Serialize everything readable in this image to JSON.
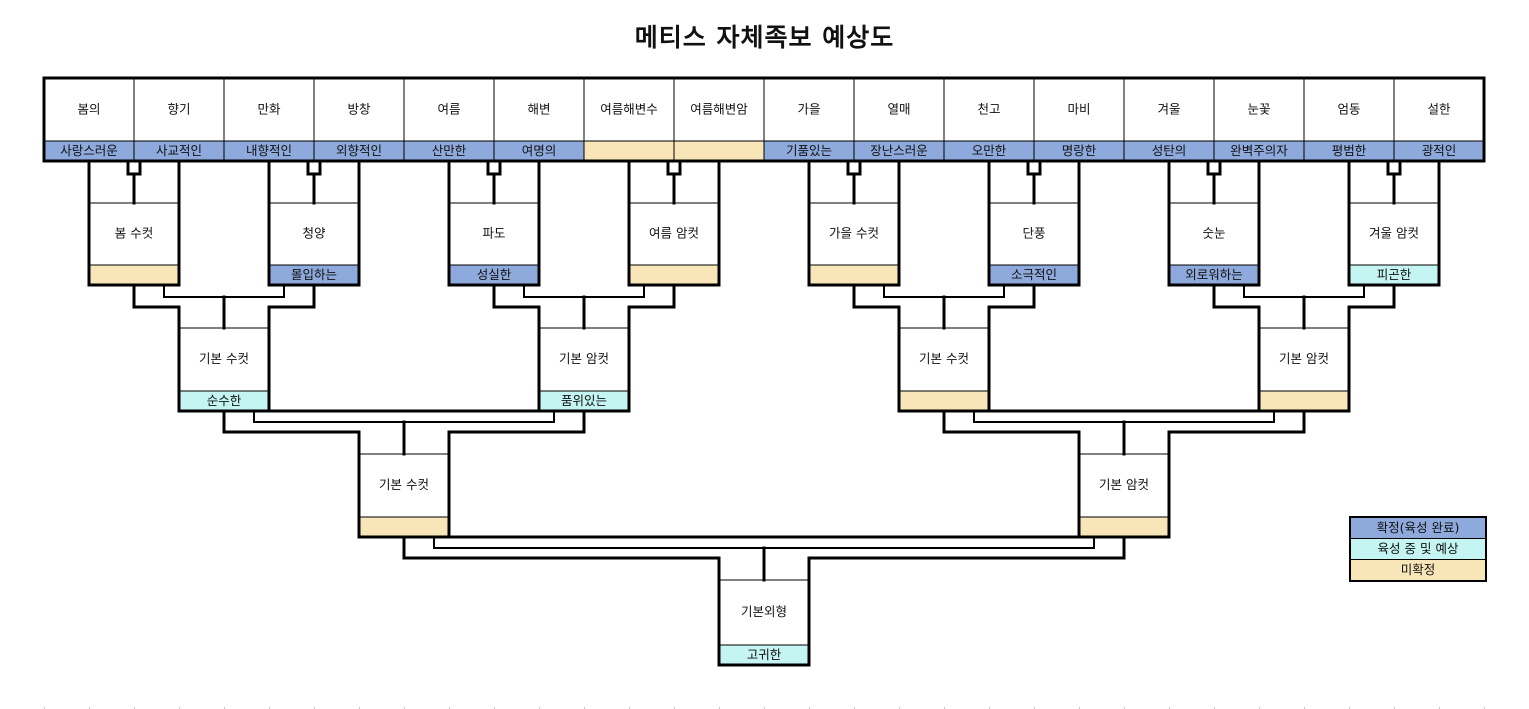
{
  "title": "메티스 자체족보 예상도",
  "colors": {
    "confirmed": "#8EA9DB",
    "in_progress": "#C5F5F2",
    "unconfirmed": "#F8E6B8",
    "line": "#000000"
  },
  "header": [
    {
      "name": "봄의",
      "trait": "사랑스러운",
      "status": "confirmed"
    },
    {
      "name": "향기",
      "trait": "사교적인",
      "status": "confirmed"
    },
    {
      "name": "만화",
      "trait": "내향적인",
      "status": "confirmed"
    },
    {
      "name": "방창",
      "trait": "외향적인",
      "status": "confirmed"
    },
    {
      "name": "여름",
      "trait": "산만한",
      "status": "confirmed"
    },
    {
      "name": "해변",
      "trait": "여명의",
      "status": "confirmed"
    },
    {
      "name": "여름해변수",
      "trait": "",
      "status": "unconfirmed"
    },
    {
      "name": "여름해변암",
      "trait": "",
      "status": "unconfirmed"
    },
    {
      "name": "가을",
      "trait": "기품있는",
      "status": "confirmed"
    },
    {
      "name": "열매",
      "trait": "장난스러운",
      "status": "confirmed"
    },
    {
      "name": "천고",
      "trait": "오만한",
      "status": "confirmed"
    },
    {
      "name": "마비",
      "trait": "명랑한",
      "status": "confirmed"
    },
    {
      "name": "겨울",
      "trait": "성탄의",
      "status": "confirmed"
    },
    {
      "name": "눈꽃",
      "trait": "완벽주의자",
      "status": "confirmed"
    },
    {
      "name": "엄동",
      "trait": "평범한",
      "status": "confirmed"
    },
    {
      "name": "설한",
      "trait": "광적인",
      "status": "confirmed"
    }
  ],
  "levels": [
    [
      {
        "name": "봄 수컷",
        "trait": "",
        "status": "unconfirmed"
      },
      {
        "name": "청양",
        "trait": "몰입하는",
        "status": "confirmed"
      },
      {
        "name": "파도",
        "trait": "성실한",
        "status": "confirmed"
      },
      {
        "name": "여름 암컷",
        "trait": "",
        "status": "unconfirmed"
      },
      {
        "name": "가을 수컷",
        "trait": "",
        "status": "unconfirmed"
      },
      {
        "name": "단풍",
        "trait": "소극적인",
        "status": "confirmed"
      },
      {
        "name": "숫눈",
        "trait": "외로워하는",
        "status": "confirmed"
      },
      {
        "name": "겨울 암컷",
        "trait": "피곤한",
        "status": "in_progress"
      }
    ],
    [
      {
        "name": "기본 수컷",
        "trait": "순수한",
        "status": "in_progress"
      },
      {
        "name": "기본 암컷",
        "trait": "품위있는",
        "status": "in_progress"
      },
      {
        "name": "기본 수컷",
        "trait": "",
        "status": "unconfirmed"
      },
      {
        "name": "기본 암컷",
        "trait": "",
        "status": "unconfirmed"
      }
    ],
    [
      {
        "name": "기본 수컷",
        "trait": "",
        "status": "unconfirmed"
      },
      {
        "name": "기본 암컷",
        "trait": "",
        "status": "unconfirmed"
      }
    ],
    [
      {
        "name": "기본외형",
        "trait": "고귀한",
        "status": "in_progress"
      }
    ]
  ],
  "legend": [
    {
      "label": "확정(육성 완료)",
      "status": "confirmed"
    },
    {
      "label": "육성 중 및 예상",
      "status": "in_progress"
    },
    {
      "label": "미확정",
      "status": "unconfirmed"
    }
  ]
}
